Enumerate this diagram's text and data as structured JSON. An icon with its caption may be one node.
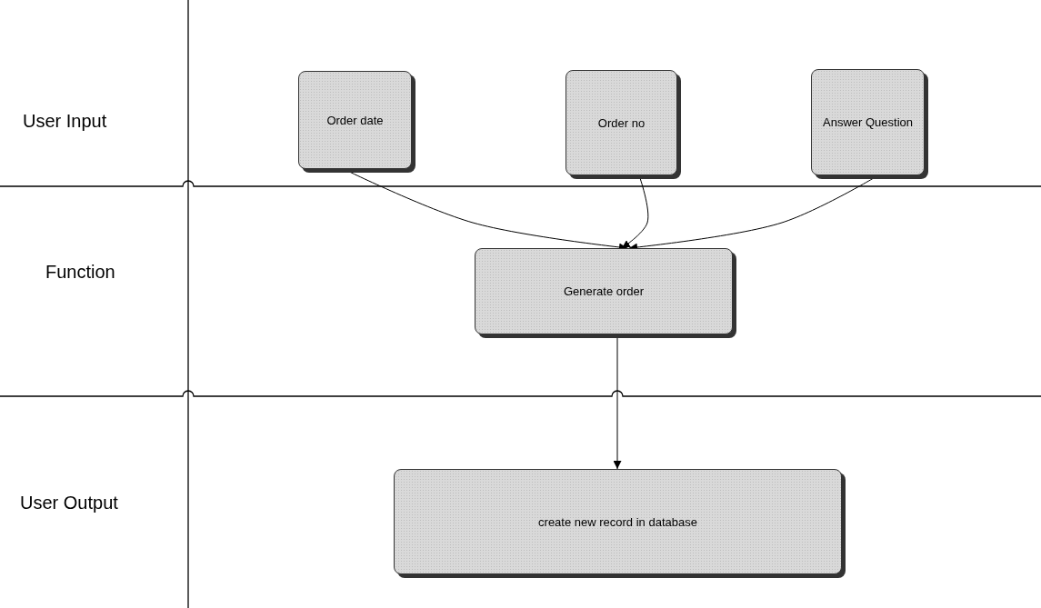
{
  "diagram": {
    "nodes": [
      {
        "text": [
          "Order date"
        ]
      },
      {
        "text": [
          "Order no"
        ]
      },
      {
        "text": [
          "Answer Question"
        ]
      },
      {
        "text": [
          "Generate order"
        ]
      },
      {
        "text": [
          "create new record in database"
        ]
      }
    ],
    "edges": [
      {
        "from": 0,
        "to": 3,
        "arrow": "to"
      },
      {
        "from": 1,
        "to": 3,
        "arrow": "to"
      },
      {
        "from": 2,
        "to": 3,
        "arrow": "to"
      },
      {
        "from": 3,
        "to": 4,
        "arrow": "to"
      }
    ],
    "labels": [
      "User Input",
      "Function",
      "User Output"
    ]
  }
}
